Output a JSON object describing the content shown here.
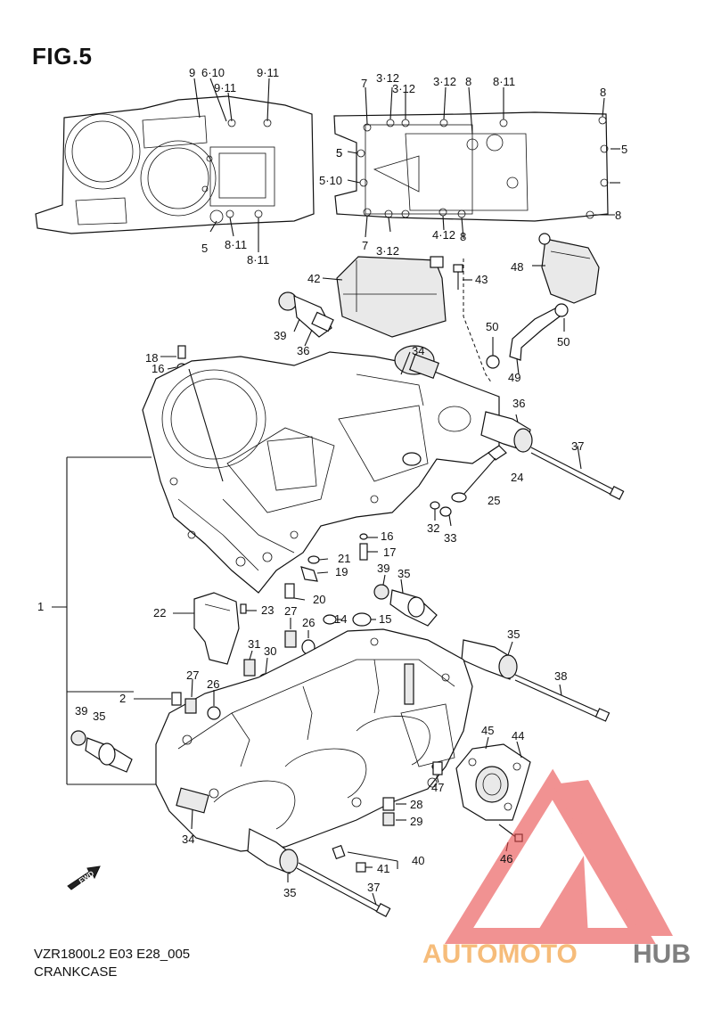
{
  "figure": {
    "title": "FIG.5",
    "model_code": "VZR1800L2 E03 E28_005",
    "name": "CRANKCASE"
  },
  "callouts": {
    "top_left": [
      "9",
      "6·10",
      "9·11",
      "9·11",
      "5",
      "8·11",
      "8·11"
    ],
    "top_right": [
      "7",
      "3·12",
      "3·12",
      "3·12",
      "8",
      "8·11",
      "8",
      "5",
      "5·10",
      "5",
      "5",
      "8",
      "7",
      "3·12",
      "4·12",
      "8"
    ],
    "main": [
      "42",
      "43",
      "48",
      "39",
      "36",
      "50",
      "50",
      "49",
      "18",
      "16",
      "34",
      "36",
      "37",
      "24",
      "25",
      "32",
      "33",
      "16",
      "17",
      "21",
      "19",
      "39",
      "35",
      "20",
      "1",
      "22",
      "23",
      "27",
      "26",
      "14",
      "15",
      "31",
      "30",
      "35",
      "38",
      "2",
      "27",
      "26",
      "39",
      "35",
      "45",
      "44",
      "47",
      "28",
      "29",
      "34",
      "40",
      "41",
      "46",
      "35",
      "37"
    ]
  },
  "fwd_label": "FWD",
  "watermark": {
    "part1": "AUTOMOTO",
    "part2": "HUB",
    "color_part1": "#f4a64e",
    "color_part2": "#555555",
    "logo_color": "#e84a4a"
  }
}
